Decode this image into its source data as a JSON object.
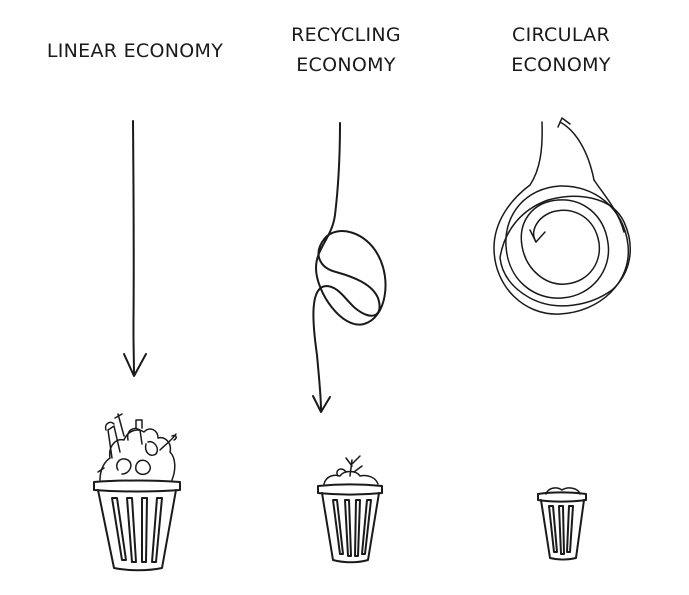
{
  "columns": [
    {
      "id": "linear",
      "title_lines": [
        "LINEAR ECONOMY"
      ]
    },
    {
      "id": "recycling",
      "title_lines": [
        "RECYCLING",
        "ECONOMY"
      ]
    },
    {
      "id": "circular",
      "title_lines": [
        "CIRCULAR",
        "ECONOMY"
      ]
    }
  ],
  "style": {
    "ink": "#1a1a1a",
    "background": "#ffffff"
  },
  "icons": [
    "down-arrow-icon",
    "looping-arrow-icon",
    "spiral-arrow-icon",
    "overflowing-trash-bin-icon",
    "half-full-trash-bin-icon",
    "nearly-empty-trash-bin-icon"
  ]
}
